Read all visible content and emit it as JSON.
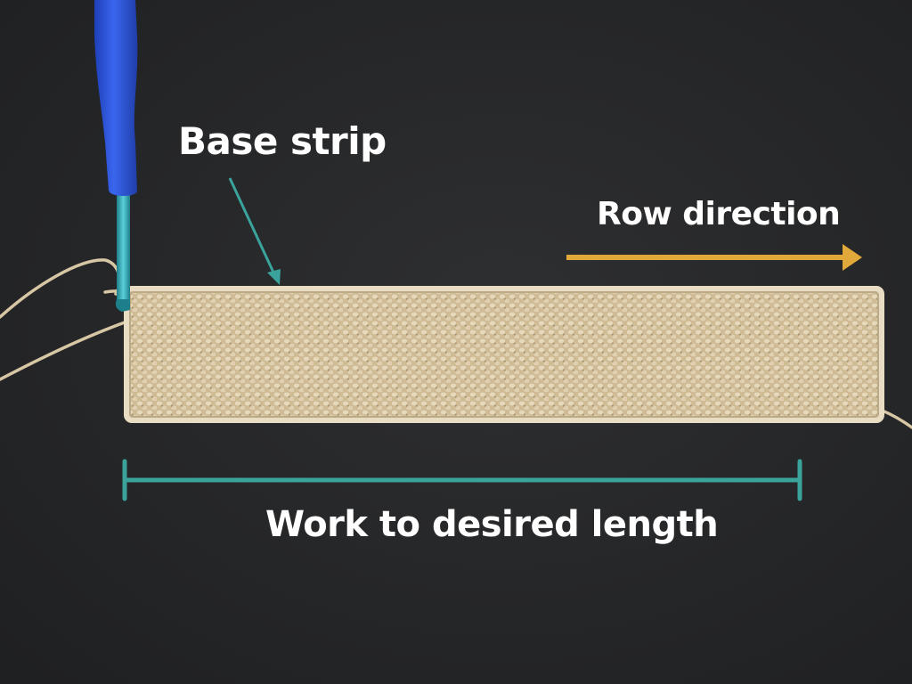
{
  "labels": {
    "base_strip": "Base strip",
    "row_direction": "Row direction",
    "work_length": "Work to desired length"
  },
  "colors": {
    "background": "#262729",
    "yarn": "#d8c7a5",
    "hook_handle": "#2f56d8",
    "hook_shaft": "#2aa3b0",
    "teal_arrow": "#3aa39b",
    "gold_arrow": "#e0a93a",
    "text": "#ffffff"
  },
  "icons": {
    "hook": "crochet-hook",
    "pointer": "arrow-pointer",
    "direction": "right-arrow",
    "measure": "dimension-bracket"
  }
}
